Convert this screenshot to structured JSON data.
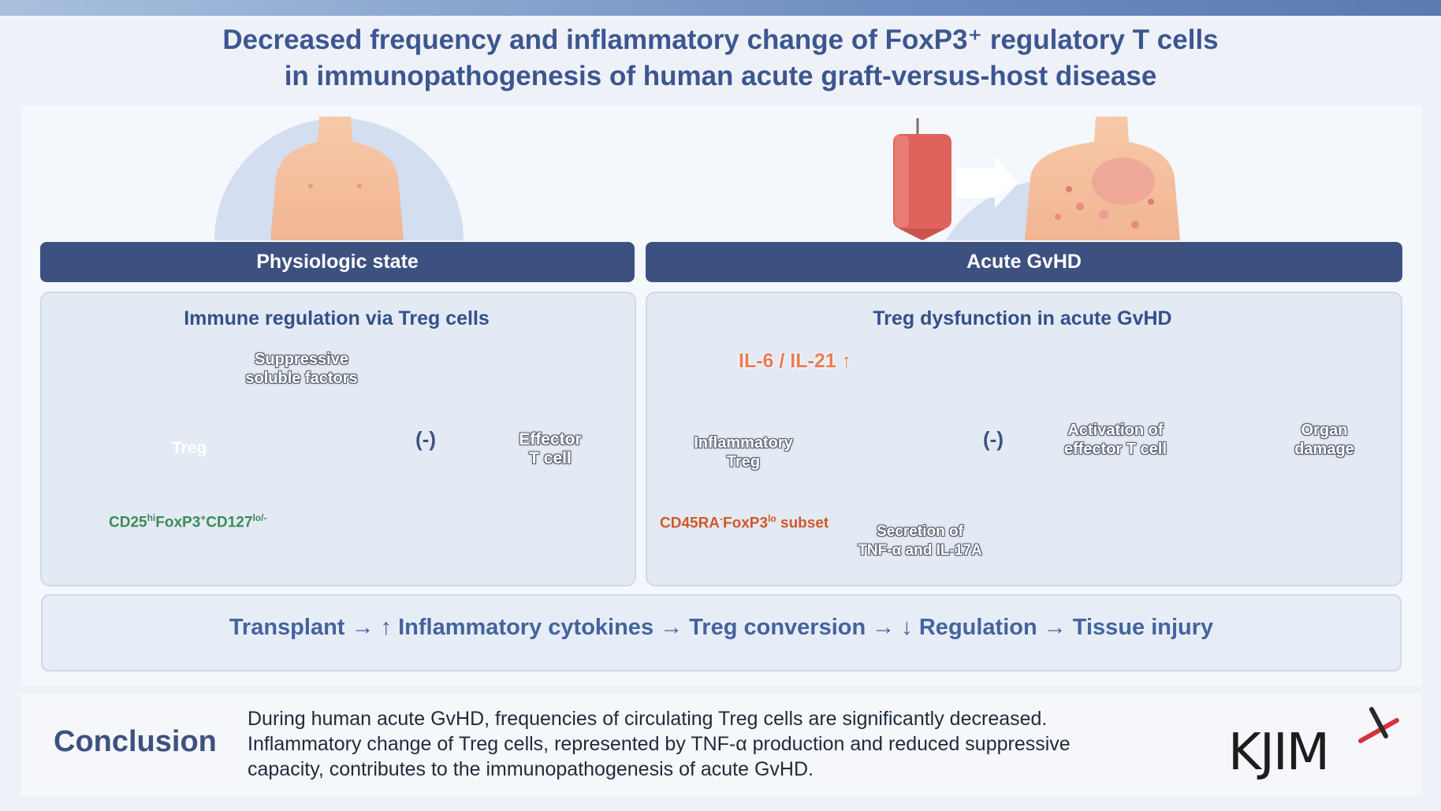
{
  "title": {
    "line1": "Decreased frequency and inflammatory change of FoxP3⁺ regulatory T cells",
    "line2": "in immunopathogenesis of human acute graft-versus-host disease"
  },
  "left": {
    "header": "Physiologic state",
    "panel_title": "Immune regulation via Treg cells",
    "suppressive_line1": "Suppressive",
    "suppressive_line2": "soluble factors",
    "treg": "Treg",
    "minus": "(-)",
    "effector_line1": "Effector",
    "effector_line2": "T cell",
    "phenotype_a": "CD25",
    "phenotype_a_sup": "hi",
    "phenotype_b": "FoxP3",
    "phenotype_b_sup": "+",
    "phenotype_c": "CD127",
    "phenotype_c_sup": "lo/-"
  },
  "right": {
    "header": "Acute GvHD",
    "panel_title": "Treg dysfunction in acute GvHD",
    "cytokine": "IL-6 / IL-21 ↑",
    "inflam_line1": "Inflammatory",
    "inflam_line2": "Treg",
    "minus": "(-)",
    "activation_line1": "Activation of",
    "activation_line2": "effector T cell",
    "organ_line1": "Organ",
    "organ_line2": "damage",
    "subset_a": "CD45RA",
    "subset_a_sup": "-",
    "subset_b": "FoxP3",
    "subset_b_sup": "lo",
    "subset_c": " subset",
    "secretion_line1": "Secretion of",
    "secretion_line2": "TNF-α and IL-17A"
  },
  "summary": "Transplant → ↑ Inflammatory cytokines → Treg conversion → ↓ Regulation → Tissue injury",
  "conclusion": {
    "label": "Conclusion",
    "line1": "During human acute GvHD, frequencies of circulating Treg cells are significantly decreased.",
    "line2": "Inflammatory change of Treg cells, represented by TNF-α production and reduced suppressive",
    "line3": "capacity, contributes to the immunopathogenesis of acute GvHD."
  },
  "logo": "KJIM",
  "colors": {
    "header_bar": "#3d5180",
    "title": "#3c5690",
    "treg_green": "#5aa877",
    "inflammatory_orange": "#e8744a",
    "subset_orange": "#d0582a"
  }
}
